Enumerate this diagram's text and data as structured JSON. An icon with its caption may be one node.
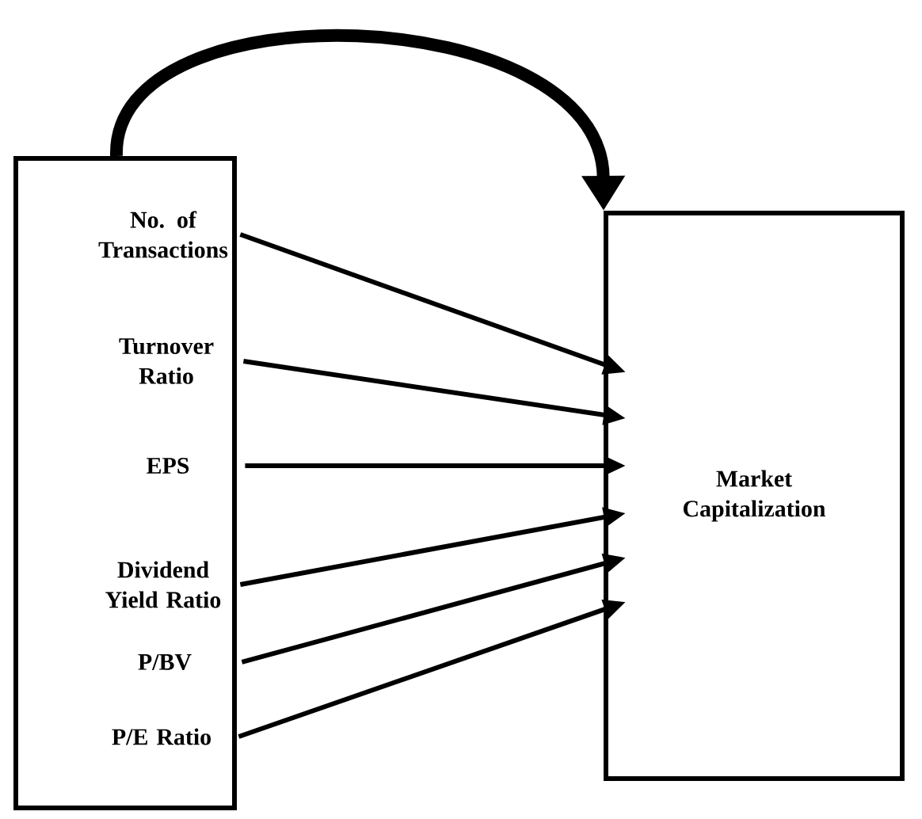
{
  "diagram": {
    "nodes": [
      {
        "text": [],
        "shape": "box"
      },
      {
        "text": [
          "No. of Transactions"
        ],
        "in": 0
      },
      {
        "text": [
          "Turnover Ratio"
        ],
        "in": 0
      },
      {
        "text": [
          "EPS"
        ],
        "in": 0
      },
      {
        "text": [
          "Dividend Yield Ratio"
        ],
        "in": 0
      },
      {
        "text": [
          "P/BV"
        ],
        "in": 0
      },
      {
        "text": [
          "P/E Ratio"
        ],
        "in": 0
      },
      {
        "text": [
          "Market Capitalization"
        ]
      }
    ],
    "edges": [
      {
        "from": 0,
        "to": 7,
        "arrow": "to",
        "style": "thick"
      },
      {
        "from": 1,
        "to": 7,
        "arrow": "to"
      },
      {
        "from": 2,
        "to": 7,
        "arrow": "to"
      },
      {
        "from": 3,
        "to": 7,
        "arrow": "to"
      },
      {
        "from": 4,
        "to": 7,
        "arrow": "to"
      },
      {
        "from": 5,
        "to": 7,
        "arrow": "to"
      },
      {
        "from": 6,
        "to": 7,
        "arrow": "to"
      }
    ]
  }
}
